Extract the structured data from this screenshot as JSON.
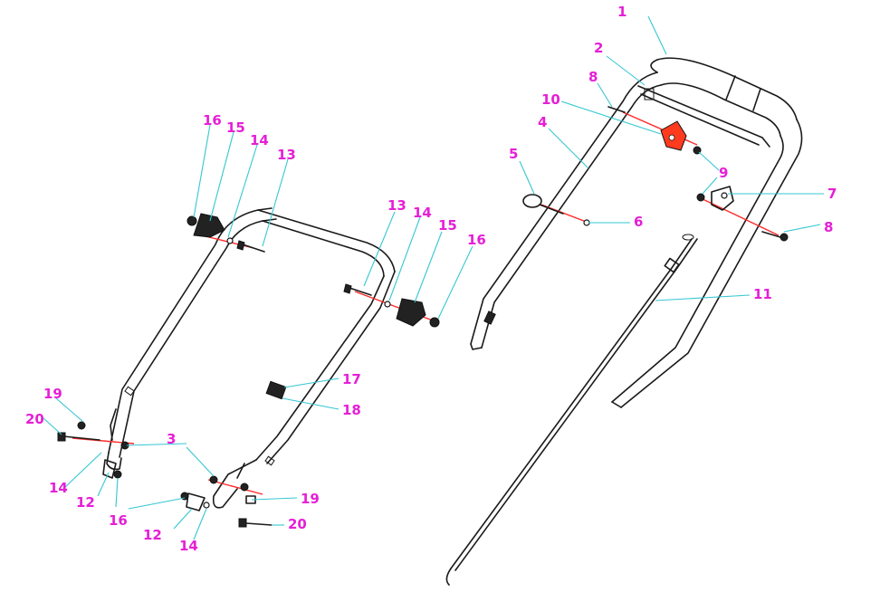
{
  "diagram": {
    "callouts": [
      {
        "id": "c1",
        "label": "1"
      },
      {
        "id": "c2",
        "label": "2"
      },
      {
        "id": "c3",
        "label": "3"
      },
      {
        "id": "c4",
        "label": "4"
      },
      {
        "id": "c5",
        "label": "5"
      },
      {
        "id": "c6",
        "label": "6"
      },
      {
        "id": "c7",
        "label": "7"
      },
      {
        "id": "c8a",
        "label": "8"
      },
      {
        "id": "c8b",
        "label": "8"
      },
      {
        "id": "c9",
        "label": "9"
      },
      {
        "id": "c10",
        "label": "10"
      },
      {
        "id": "c11",
        "label": "11"
      },
      {
        "id": "c12a",
        "label": "12"
      },
      {
        "id": "c12b",
        "label": "12"
      },
      {
        "id": "c13a",
        "label": "13"
      },
      {
        "id": "c13b",
        "label": "13"
      },
      {
        "id": "c14a",
        "label": "14"
      },
      {
        "id": "c14b",
        "label": "14"
      },
      {
        "id": "c14c",
        "label": "14"
      },
      {
        "id": "c14d",
        "label": "14"
      },
      {
        "id": "c15a",
        "label": "15"
      },
      {
        "id": "c15b",
        "label": "15"
      },
      {
        "id": "c16a",
        "label": "16"
      },
      {
        "id": "c16b",
        "label": "16"
      },
      {
        "id": "c16c",
        "label": "16"
      },
      {
        "id": "c17",
        "label": "17"
      },
      {
        "id": "c18",
        "label": "18"
      },
      {
        "id": "c19a",
        "label": "19"
      },
      {
        "id": "c19b",
        "label": "19"
      },
      {
        "id": "c20a",
        "label": "20"
      },
      {
        "id": "c20b",
        "label": "20"
      }
    ],
    "colors": {
      "callout_text": "#e61fd6",
      "leader_line": "#35c7d2",
      "assembly_axis": "#ff2a2a",
      "highlight_part": "#ff3b1f",
      "outline": "#1a1a1a"
    }
  }
}
